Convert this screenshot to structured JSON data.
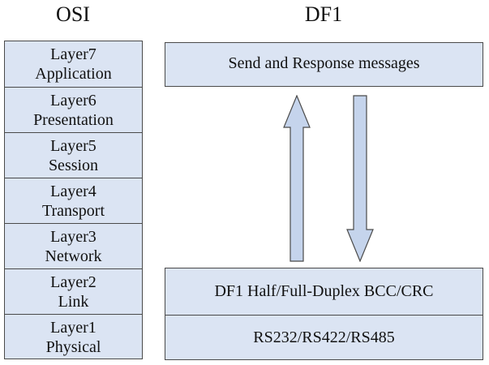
{
  "titles": {
    "osi": "OSI",
    "df1": "DF1"
  },
  "osi_layers": [
    {
      "name": "Layer7",
      "label": "Application"
    },
    {
      "name": "Layer6",
      "label": "Presentation"
    },
    {
      "name": "Layer5",
      "label": "Session"
    },
    {
      "name": "Layer4",
      "label": "Transport"
    },
    {
      "name": "Layer3",
      "label": "Network"
    },
    {
      "name": "Layer2",
      "label": "Link"
    },
    {
      "name": "Layer1",
      "label": "Physical"
    }
  ],
  "df1": {
    "top_box": "Send and Response messages",
    "link_box": "DF1 Half/Full-Duplex BCC/CRC",
    "physical_box": "RS232/RS422/RS485"
  },
  "colors": {
    "box_fill": "#dbe4f3",
    "border": "#4a4a4a",
    "arrow_fill": "#c5d4ec",
    "arrow_stroke": "#4a4a4a"
  },
  "icons": {
    "up_arrow": "up-arrow-icon",
    "down_arrow": "down-arrow-icon"
  }
}
